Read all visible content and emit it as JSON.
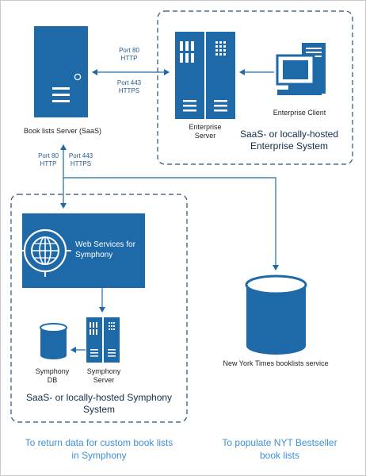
{
  "nodes": {
    "book_lists_server": "Book lists Server (SaaS)",
    "enterprise_server_line1": "Enterprise",
    "enterprise_server_line2": "Server",
    "enterprise_client": "Enterprise Client",
    "web_services_line1": "Web Services for",
    "web_services_line2": "Symphony",
    "symphony_db_line1": "Symphony",
    "symphony_db_line2": "DB",
    "symphony_server_line1": "Symphony",
    "symphony_server_line2": "Server",
    "nyt_service": "New York Times booklists service"
  },
  "ports": {
    "horizontal": {
      "http_port": "Port 80",
      "http": "HTTP",
      "https_port": "Port 443",
      "https": "HTTPS"
    },
    "vertical": {
      "http_port": "Port 80",
      "http": "HTTP",
      "https_port": "Port 443",
      "https": "HTTPS"
    }
  },
  "groups": {
    "enterprise_line1": "SaaS- or locally-hosted",
    "enterprise_line2": "Enterprise System",
    "symphony_line1": "SaaS- or locally-hosted Symphony",
    "symphony_line2": "System"
  },
  "footer": {
    "left_line1": "To return data for custom book lists",
    "left_line2": "in Symphony",
    "right_line1": "To populate NYT Bestseller",
    "right_line2": "book lists"
  },
  "colors": {
    "primary": "#1e6aa8",
    "line": "#1e6aa8",
    "boundary": "#2b4f73",
    "footer_text": "#3d8fd6"
  }
}
